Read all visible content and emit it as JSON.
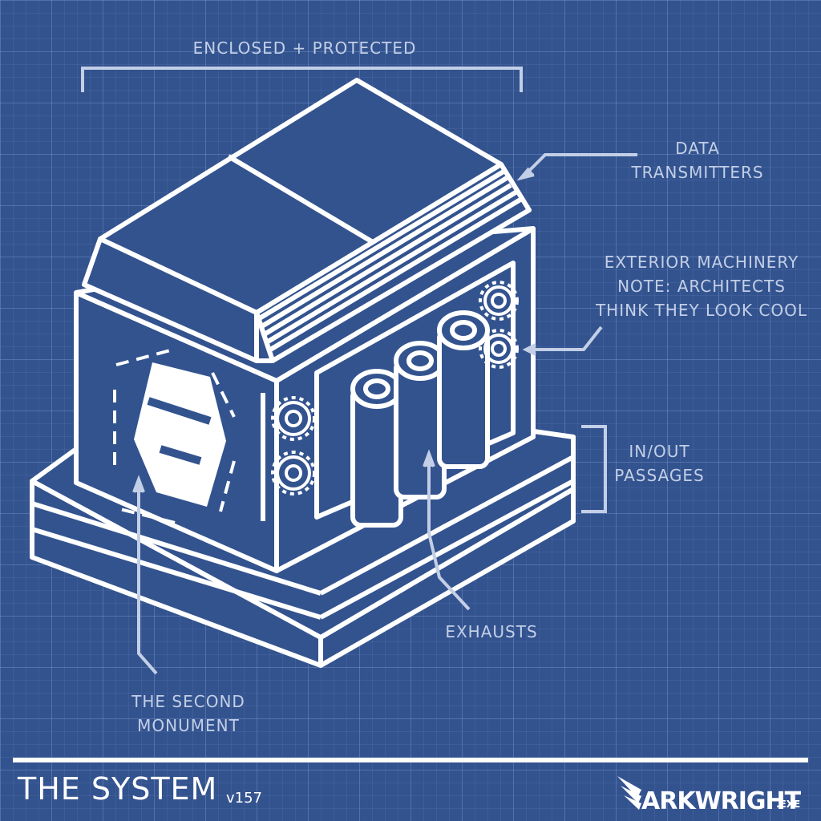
{
  "labels": {
    "enclosed": "ENCLOSED + PROTECTED",
    "data_line1": "DATA",
    "data_line2": "TRANSMITTERS",
    "exterior_line1": "EXTERIOR MACHINERY",
    "exterior_line2": "NOTE: ARCHITECTS",
    "exterior_line3": "THINK THEY LOOK COOL",
    "inout_line1": "IN/OUT",
    "inout_line2": "PASSAGES",
    "exhausts": "EXHAUSTS",
    "monument_line1": "THE SECOND",
    "monument_line2": "MONUMENT"
  },
  "footer": {
    "title": "THE SYSTEM",
    "version": "v157",
    "brand": "ARKWRIGHT",
    "brand_ext": ".EXE"
  },
  "colors": {
    "background": "#33538f",
    "line": "#ffffff",
    "annotation": "#c3cfe6"
  },
  "icons": [
    "second-monument-s-glyph",
    "gear-icon",
    "winged-logo-icon"
  ]
}
